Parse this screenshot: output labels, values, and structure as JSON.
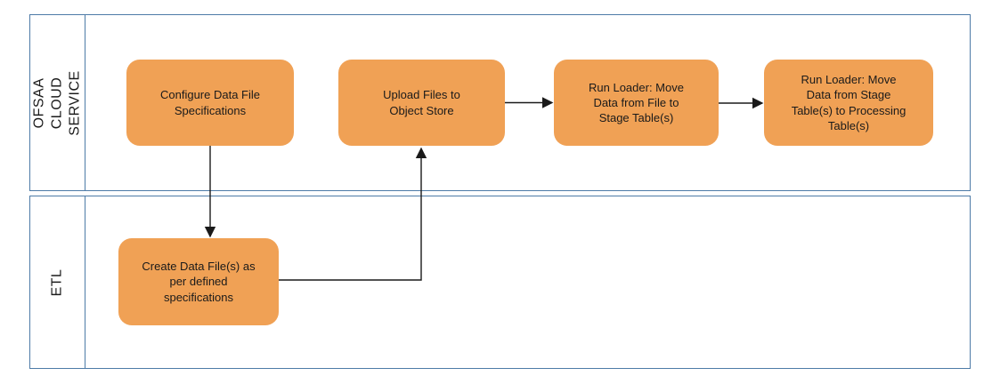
{
  "diagram": {
    "type": "swimlane-flowchart",
    "colors": {
      "node_fill": "#F0A155",
      "lane_border": "#4D7BA7",
      "connector": "#1A1A1A",
      "text": "#1A1A1A",
      "background": "#FFFFFF"
    },
    "lanes": [
      {
        "id": "ofsaa-cloud-service",
        "label": "OFSAA\nCLOUD SERVICE"
      },
      {
        "id": "etl",
        "label": "ETL"
      }
    ],
    "nodes": [
      {
        "id": "configure",
        "lane": "ofsaa-cloud-service",
        "label": "Configure Data File\nSpecifications"
      },
      {
        "id": "upload",
        "lane": "ofsaa-cloud-service",
        "label": "Upload Files to\nObject Store"
      },
      {
        "id": "loader_stage",
        "lane": "ofsaa-cloud-service",
        "label": "Run Loader: Move\nData from File to\nStage Table(s)"
      },
      {
        "id": "loader_processing",
        "lane": "ofsaa-cloud-service",
        "label": "Run Loader: Move\nData from Stage\nTable(s) to Processing\nTable(s)"
      },
      {
        "id": "create",
        "lane": "etl",
        "label": "Create Data File(s) as\nper defined\nspecifications"
      }
    ],
    "edges": [
      {
        "from": "configure",
        "to": "create"
      },
      {
        "from": "create",
        "to": "upload"
      },
      {
        "from": "upload",
        "to": "loader_stage"
      },
      {
        "from": "loader_stage",
        "to": "loader_processing"
      }
    ]
  }
}
